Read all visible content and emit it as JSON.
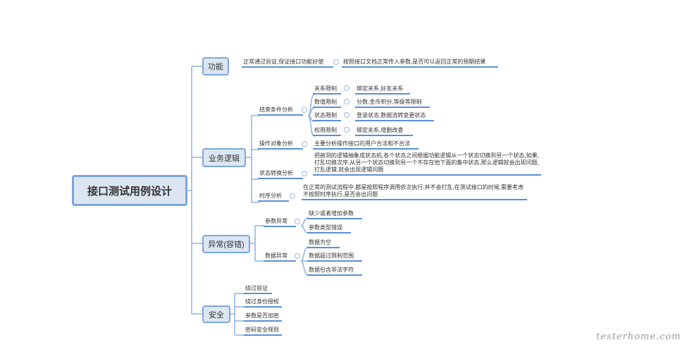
{
  "root": "接口测试用例设计",
  "function": {
    "label": "功能",
    "child": "正常通过验证,保证接口功能好使",
    "detail": "按照接口文档正常传入参数,是否可以返回正常的预期结果"
  },
  "business": {
    "label": "业务逻辑",
    "end_condition": {
      "label": "结束条件分析",
      "items": [
        {
          "label": "关系限制",
          "detail": "绑定关系,好友关系"
        },
        {
          "label": "数值限制",
          "detail": "分数,金币积分,等级等限制"
        },
        {
          "label": "状态限制",
          "detail": "登录状态,数据流转变更状态"
        },
        {
          "label": "权限限制",
          "detail": "绑定关系,增删改查"
        }
      ]
    },
    "operation": {
      "label": "操作对象分析",
      "detail": "主要分析操作接口的用户合法和不合法"
    },
    "state": {
      "label": "状态转换分析",
      "detail": "把被测的逻辑抽象成状态机,各个状态之间根据功能逻辑从一个状态切换到另一个状态,如果,打乱切换次序,从另一个状态切换到另一个不存在他下面的集中状态,那么逻辑就会出现问题,打乱逻辑,就会出现逻辑问题"
    },
    "timing": {
      "label": "时序分析",
      "detail": "在正常的测试流程中,都是按照程序调用依次执行,并不会打乱,在测试接口的时候,需要考虑不按照时序执行,是否会出问题"
    }
  },
  "exception": {
    "label": "异常(容错)",
    "param": {
      "label": "参数异常",
      "items": [
        "缺少或者增加参数",
        "参数类型错误"
      ]
    },
    "data": {
      "label": "数据异常",
      "items": [
        "数据为空",
        "数据超过限制范围",
        "数据包含非法字符"
      ]
    }
  },
  "security": {
    "label": "安全",
    "items": [
      "绕过验证",
      "绕过身份授权",
      "参数是否加密",
      "密码安全规则"
    ]
  },
  "watermark": "testerhome.com"
}
